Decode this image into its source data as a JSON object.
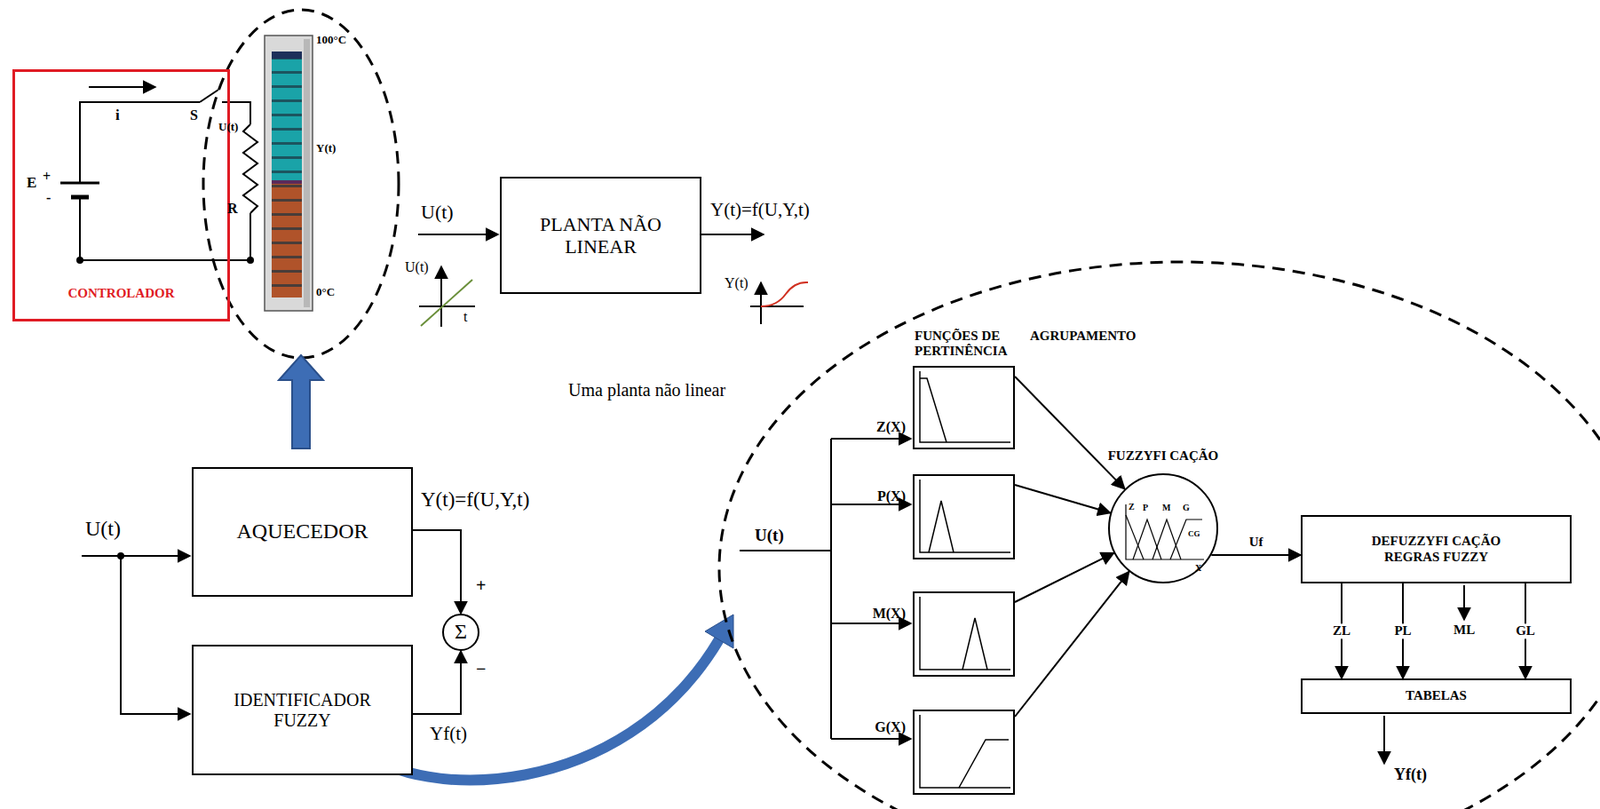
{
  "diagram": {
    "nodes": [
      {
        "text": [
          "CONTROLADOR"
        ]
      },
      {
        "text": [
          "PLANTA NÃO LINEAR"
        ]
      },
      {
        "text": [
          "AQUECEDOR"
        ]
      },
      {
        "text": [
          "IDENTIFICADOR FUZZY"
        ]
      },
      {
        "text": [
          "Σ"
        ]
      },
      {
        "text": [
          "Z(X)"
        ]
      },
      {
        "text": [
          "P(X)"
        ]
      },
      {
        "text": [
          "M(X)"
        ]
      },
      {
        "text": [
          "G(X)"
        ]
      },
      {
        "text": [
          "FUZZYFI CAÇÃO"
        ]
      },
      {
        "text": [
          "DEFUZZYFI CAÇÃO REGRAS FUZZY"
        ]
      },
      {
        "text": [
          "TABELAS"
        ]
      }
    ],
    "edges": [
      {
        "from": 2,
        "to": 4,
        "arrow": "to"
      },
      {
        "from": 3,
        "to": 4,
        "arrow": "to"
      },
      {
        "from": 5,
        "to": 9,
        "arrow": "to"
      },
      {
        "from": 6,
        "to": 9,
        "arrow": "to"
      },
      {
        "from": 7,
        "to": 9,
        "arrow": "to"
      },
      {
        "from": 8,
        "to": 9,
        "arrow": "to"
      },
      {
        "from": 9,
        "to": 10,
        "label": "Uf",
        "arrow": "to"
      },
      {
        "from": 10,
        "to": 11,
        "label": "ZL",
        "arrow": "to"
      },
      {
        "from": 10,
        "to": 11,
        "label": "PL",
        "arrow": "to"
      },
      {
        "from": 10,
        "to": 11,
        "label": "GL",
        "arrow": "to"
      }
    ],
    "labels": [
      "i",
      "S",
      "E",
      "+",
      "-",
      "U(t)",
      "R",
      "100°C",
      "Y(t)",
      "0°C",
      "U(t)",
      "Y(t)=f(U,Y,t)",
      "U(t)",
      "t",
      "Y(t)",
      "Uma planta não linear",
      "U(t)",
      "Y(t)=f(U,Y,t)",
      "+",
      "−",
      "Yf(t)",
      "FUNÇÕES DE PERTINÊNCIA",
      "AGRUPAMENTO",
      "U(t)",
      "Z",
      "P",
      "M",
      "G",
      "CG",
      "X",
      "ML",
      "Yf(t)"
    ]
  }
}
